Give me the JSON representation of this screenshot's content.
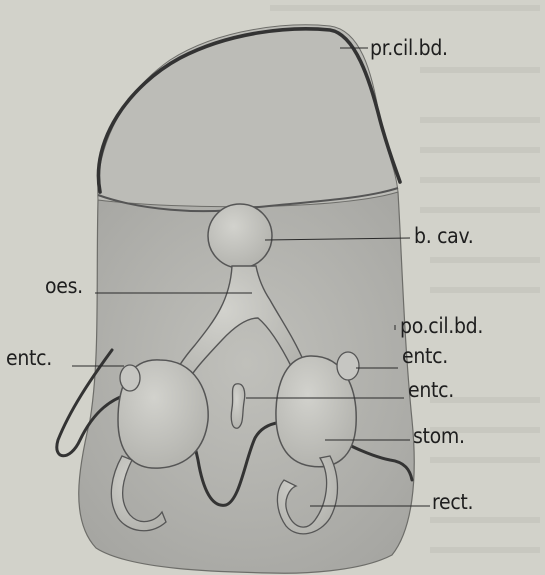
{
  "figure": {
    "labels": {
      "pr_cil_bd": "pr.cil.bd.",
      "b_cav": "b. cav.",
      "oes": "oes.",
      "po_cil_bd": "po.cil.bd.",
      "entc_left": "entc.",
      "entc_right_1": "entc.",
      "entc_right_2": "entc.",
      "stom": "stom.",
      "rect": "rect."
    }
  },
  "colors": {
    "paper": "#d2d2ca",
    "body_fill": "#b4b4b0",
    "organ_fill": "#c4c4c0",
    "ink": "#2a2a2a"
  }
}
